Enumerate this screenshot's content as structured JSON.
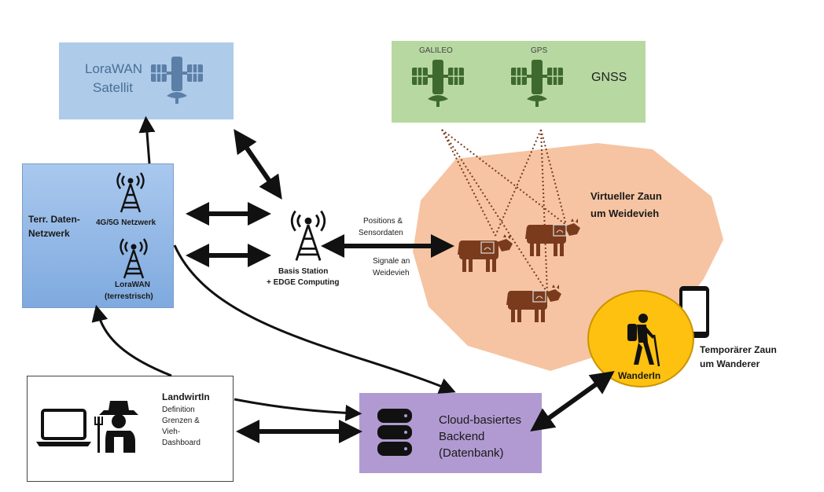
{
  "satellite_box": {
    "label_line1": "LoraWAN",
    "label_line2": "Satellit",
    "icon": "satellite-icon"
  },
  "gnss_box": {
    "title": "GNSS",
    "systems": [
      {
        "label": "GALILEO",
        "icon": "satellite-icon"
      },
      {
        "label": "GPS",
        "icon": "satellite-icon"
      }
    ]
  },
  "terr_network": {
    "title_line1": "Terr. Daten-",
    "title_line2": "Netzwerk",
    "network_4g5g": "4G/5G Netzwerk",
    "lorawan_line1": "LoraWAN",
    "lorawan_line2": "(terrestrisch)"
  },
  "base_station": {
    "line1": "Basis Station",
    "line2": "+ EDGE Computing",
    "icon": "radio-tower-icon"
  },
  "link_labels": {
    "positions_line1": "Positions &",
    "positions_line2": "Sensordaten",
    "signals_line1": "Signale an",
    "signals_line2": "Weidevieh"
  },
  "virtual_fence": {
    "line1": "Virtueller Zaun",
    "line2": "um Weidevieh",
    "fill": "#f6c4a2"
  },
  "hiker": {
    "label": "WanderIn",
    "fill": "#fec10f",
    "icon": "hiker-icon"
  },
  "temp_fence": {
    "line1": "Temporärer Zaun",
    "line2": "um Wanderer",
    "icon": "smartphone-icon"
  },
  "farmer_box": {
    "title": "LandwirtIn",
    "desc_line1": "Definition",
    "desc_line2": "Grenzen &",
    "desc_line3": "Vieh-",
    "desc_line4": "Dashboard",
    "icons": [
      "laptop-icon",
      "farmer-icon"
    ]
  },
  "cloud_backend": {
    "line1": "Cloud-basiertes",
    "line2": "Backend",
    "line3": "(Datenbank)",
    "icon": "database-icon",
    "fill": "#b19ad1"
  },
  "colors": {
    "satellite_box": "#aecbea",
    "gnss_box": "#b8d8a2",
    "satellite_icon_blue": "#5c7fa8",
    "satellite_icon_green": "#3e6a2e",
    "cow": "#7a3b1c",
    "terr_box": "#8fb5e3"
  }
}
